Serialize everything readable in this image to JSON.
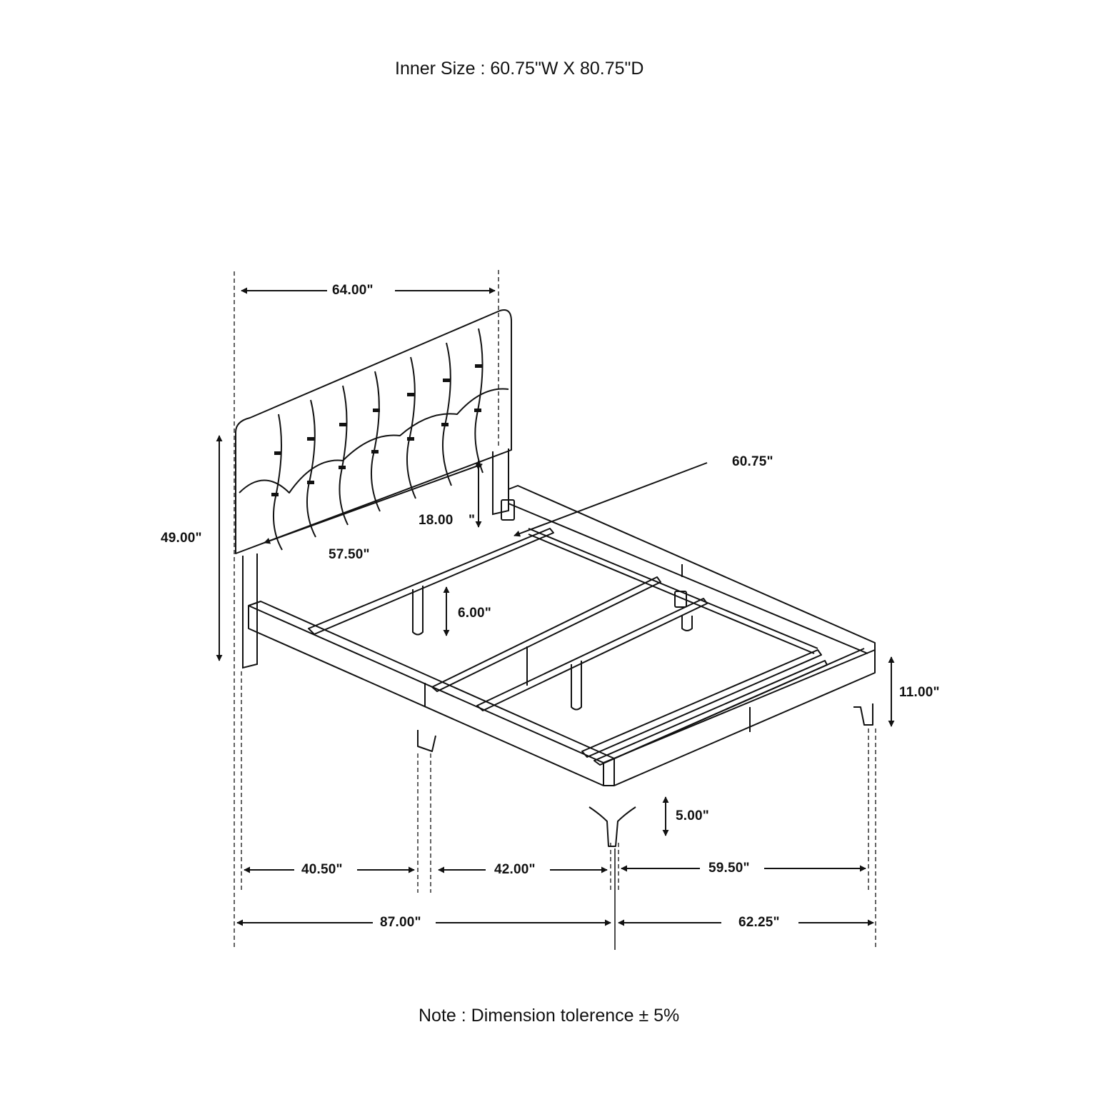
{
  "header": {
    "inner_size": "Inner Size : 60.75\"W X 80.75\"D"
  },
  "footer": {
    "note": "Note : Dimension tolerence  ± 5%"
  },
  "dimensions": {
    "headboard_width": "64.00\"",
    "side_rail_length": "60.75\"",
    "headboard_height": "18.00",
    "headboard_height_unit": "\"",
    "inner_width_label": "57.50\"",
    "overall_height": "49.00\"",
    "slat_leg_height": "6.00\"",
    "rail_height": "11.00\"",
    "leg_height": "5.00\"",
    "seg_left": "40.50\"",
    "seg_middle": "42.00\"",
    "seg_right": "59.50\"",
    "overall_length": "87.00\"",
    "overall_width": "62.25\""
  },
  "colors": {
    "line": "#111111",
    "background": "#ffffff"
  }
}
